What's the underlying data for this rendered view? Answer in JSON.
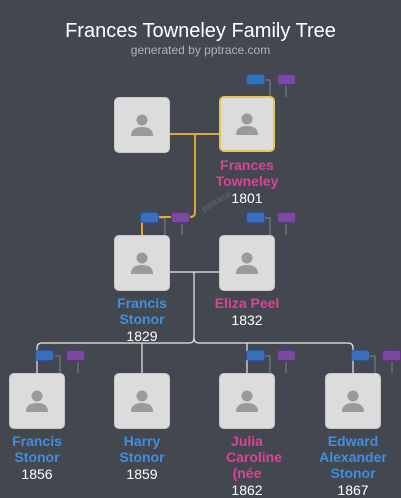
{
  "header": {
    "title": "Frances Towneley Family Tree",
    "subtitle": "generated by pptrace.com"
  },
  "watermark": "pptrace",
  "colors": {
    "background": "#434850",
    "male": "#3f8ee0",
    "female": "#e0409a",
    "focus_border": "#e8c458",
    "link_line": "#e0a830",
    "tree_line": "#e8e8e8"
  },
  "people": {
    "unknown_spouse": {
      "name": "",
      "year": ""
    },
    "frances": {
      "name": "Frances Towneley",
      "year": "1801",
      "gender": "female"
    },
    "francis_sr": {
      "name": "Francis Stonor",
      "year": "1829",
      "gender": "male"
    },
    "eliza": {
      "name": "Eliza Peel",
      "year": "1832",
      "gender": "female"
    },
    "francis_jr": {
      "name": "Francis Stonor",
      "year": "1856",
      "gender": "male"
    },
    "harry": {
      "name": "Harry Stonor",
      "year": "1859",
      "gender": "male"
    },
    "julia": {
      "name": "Julia Caroline (née",
      "year": "1862",
      "gender": "female"
    },
    "edward": {
      "name": "Edward Alexander Stonor",
      "year": "1867",
      "gender": "male"
    }
  }
}
